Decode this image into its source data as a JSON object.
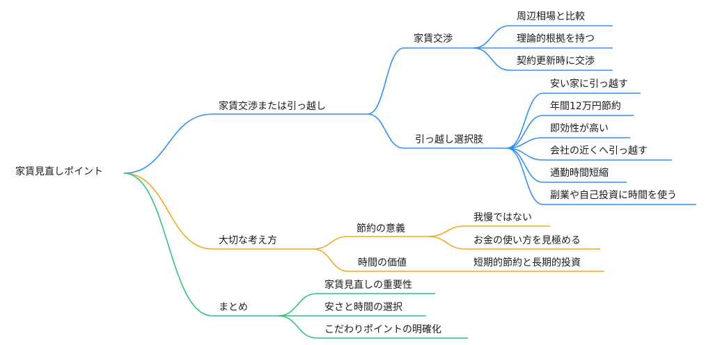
{
  "colors": {
    "blue": "#2f8ff2",
    "orange": "#f2a81d",
    "green": "#2ec27a",
    "text": "#1a1a1a"
  },
  "root": "家賃見直しポイント",
  "branches": [
    {
      "label": "家賃交渉または引っ越し",
      "color": "blue",
      "children": [
        {
          "label": "家賃交渉",
          "children": [
            "周辺相場と比較",
            "理論的根拠を持つ",
            "契約更新時に交渉"
          ]
        },
        {
          "label": "引っ越し選択肢",
          "children": [
            "安い家に引っ越す",
            "年間12万円節約",
            "即効性が高い",
            "会社の近くへ引っ越す",
            "通勤時間短縮",
            "副業や自己投資に時間を使う"
          ]
        }
      ]
    },
    {
      "label": "大切な考え方",
      "color": "orange",
      "children": [
        {
          "label": "節約の意義",
          "children": [
            "我慢ではない",
            "お金の使い方を見極める"
          ]
        },
        {
          "label": "時間の価値",
          "children": [
            "短期的節約と長期的投資"
          ]
        }
      ]
    },
    {
      "label": "まとめ",
      "color": "green",
      "children": [
        {
          "label": "家賃見直しの重要性"
        },
        {
          "label": "安さと時間の選択"
        },
        {
          "label": "こだわりポイントの明確化"
        }
      ]
    }
  ]
}
